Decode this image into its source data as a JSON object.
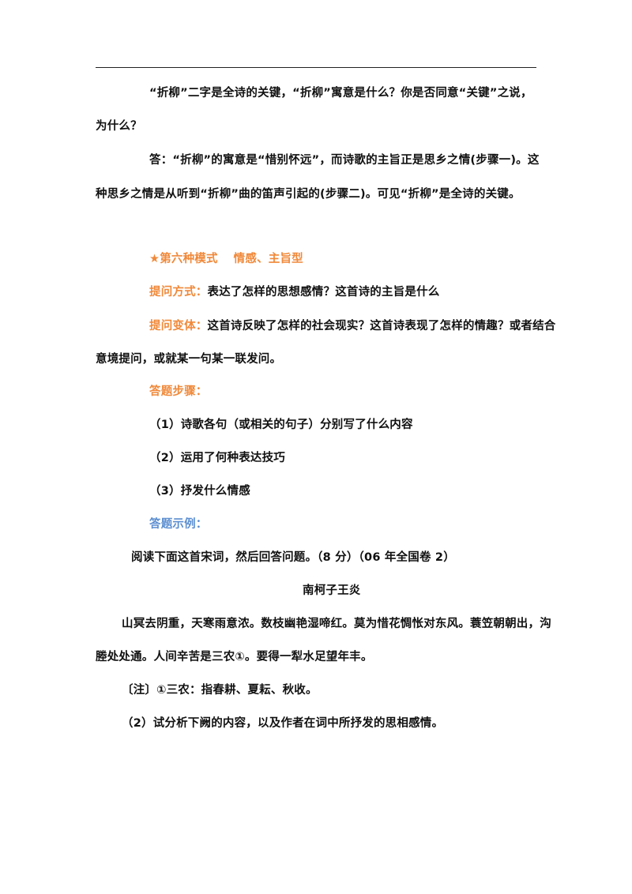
{
  "doc": {
    "q1_line1": "“折柳”二字是全诗的关键，“折柳”寓意是什么？你是否同意“关键”之说，",
    "q1_line2": "为什么？",
    "ans_line1": "答：“折柳”的寓意是“惜别怀远”，而诗歌的主旨正是思乡之情(步骤一)。这",
    "ans_line2": "种思乡之情是从听到“折柳”曲的笛声引起的(步骤二)。可见“折柳”是全诗的关键。",
    "mode_title": "★第六种模式　 情感、主旨型",
    "ask_label": "提问方式：",
    "ask_text": "表达了怎样的思想感情？这首诗的主旨是什么",
    "variant_label": "提问变体：",
    "variant_text": "这首诗反映了怎样的社会现实？这首诗表现了怎样的情趣？或者结合",
    "variant_line2": "意境提问，或就某一句某一联发问。",
    "steps_label": "答题步骤：",
    "step1": "（1）诗歌各句（或相关的句子）分别写了什么内容",
    "step2": "（2）运用了何种表达技巧",
    "step3": "（3）抒发什么情感",
    "example_label": "答题示例：",
    "read_prompt": "阅读下面这首宋词，然后回答问题。（8 分）（06 年全国卷 2）",
    "poem_title": "南柯子王炎",
    "poem_line1": "山冥去阴重，天寒雨意浓。数枝幽艳湿啼红。莫为惜花惆怅对东风。蓑笠朝朝出，沟",
    "poem_line2": "塍处处通。人间辛苦是三农①。要得一犁水足望年丰。",
    "note": "〔注〕①三农：指春耕、夏耘、秋收。",
    "question2": "（2）试分析下阙的内容，以及作者在词中所抒发的思相感情。"
  },
  "colors": {
    "label_orange": "#f0893a",
    "label_blue": "#5b8ed0",
    "text": "#111111"
  }
}
